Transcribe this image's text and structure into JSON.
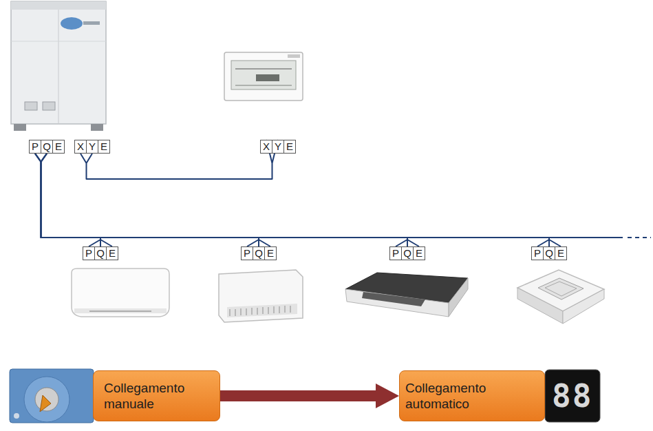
{
  "diagram": {
    "nodes": [
      {
        "text": [
          "P",
          "Q",
          "E"
        ]
      },
      {
        "text": [
          "X",
          "Y",
          "E"
        ]
      },
      {
        "text": [
          "X",
          "Y",
          "E"
        ]
      },
      {
        "text": [
          "P",
          "Q",
          "E"
        ]
      },
      {
        "text": [
          "P",
          "Q",
          "E"
        ]
      },
      {
        "text": [
          "P",
          "Q",
          "E"
        ]
      },
      {
        "text": [
          "P",
          "Q",
          "E"
        ]
      },
      {
        "text": [
          "Collegamento manuale"
        ]
      },
      {
        "text": [
          "Collegamento automatico"
        ]
      }
    ],
    "edges": [
      {
        "from": 1,
        "to": 2,
        "arrow": "none"
      },
      {
        "from": 0,
        "to": 3,
        "arrow": "none"
      },
      {
        "from": 0,
        "to": 4,
        "arrow": "none"
      },
      {
        "from": 0,
        "to": 5,
        "arrow": "none"
      },
      {
        "from": 0,
        "to": 6,
        "arrow": "none"
      },
      {
        "from": 7,
        "to": 8,
        "arrow": "to"
      }
    ],
    "labels": [
      "88"
    ]
  }
}
